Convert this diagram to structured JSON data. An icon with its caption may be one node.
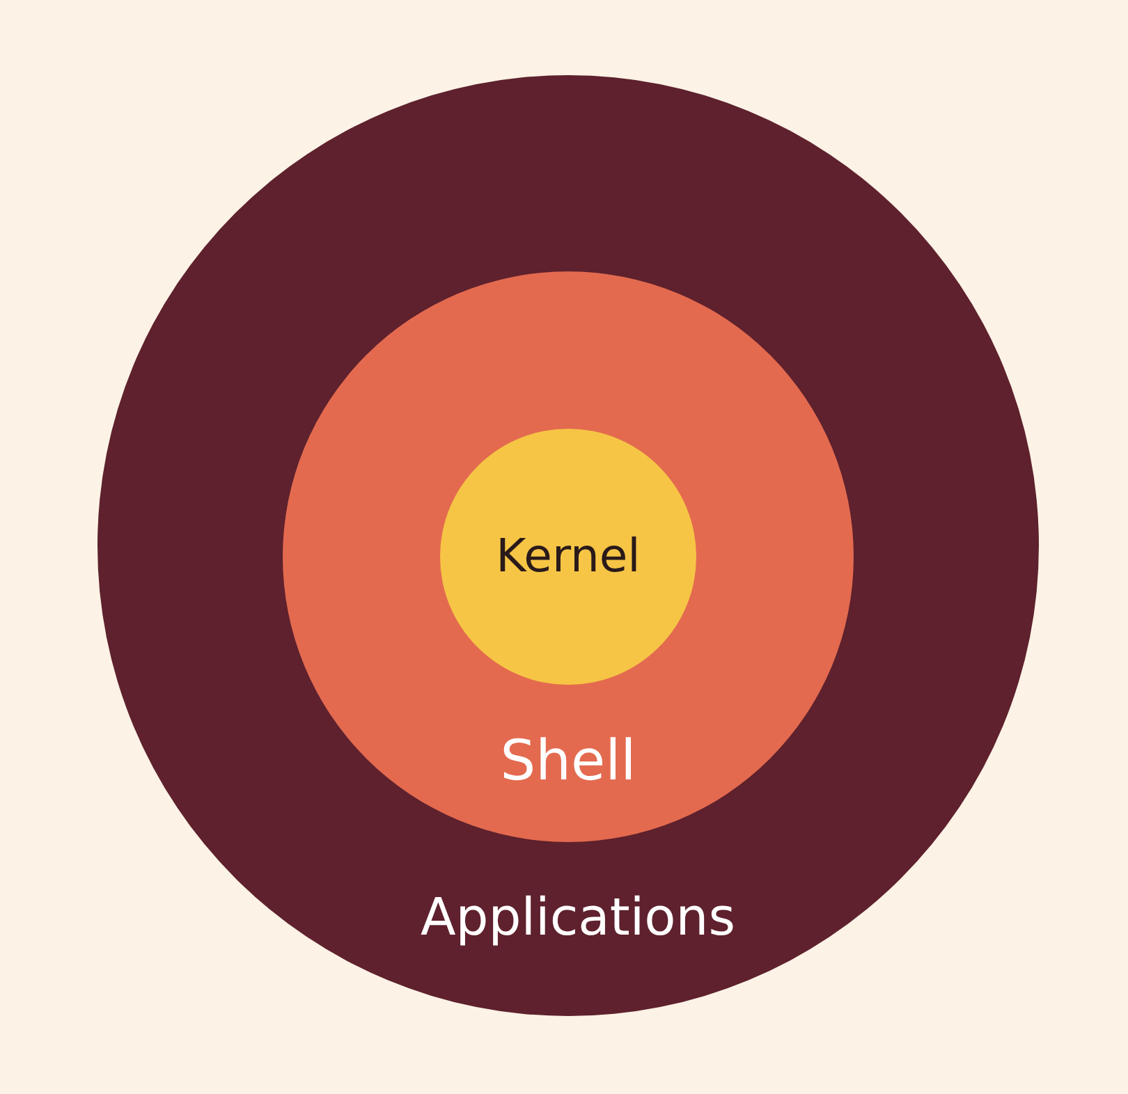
{
  "diagram": {
    "nodes": [
      {
        "text": [
          "Applications"
        ]
      },
      {
        "text": [
          "Shell"
        ],
        "in": 0
      },
      {
        "text": [
          "Kernel"
        ],
        "in": 1
      }
    ]
  }
}
